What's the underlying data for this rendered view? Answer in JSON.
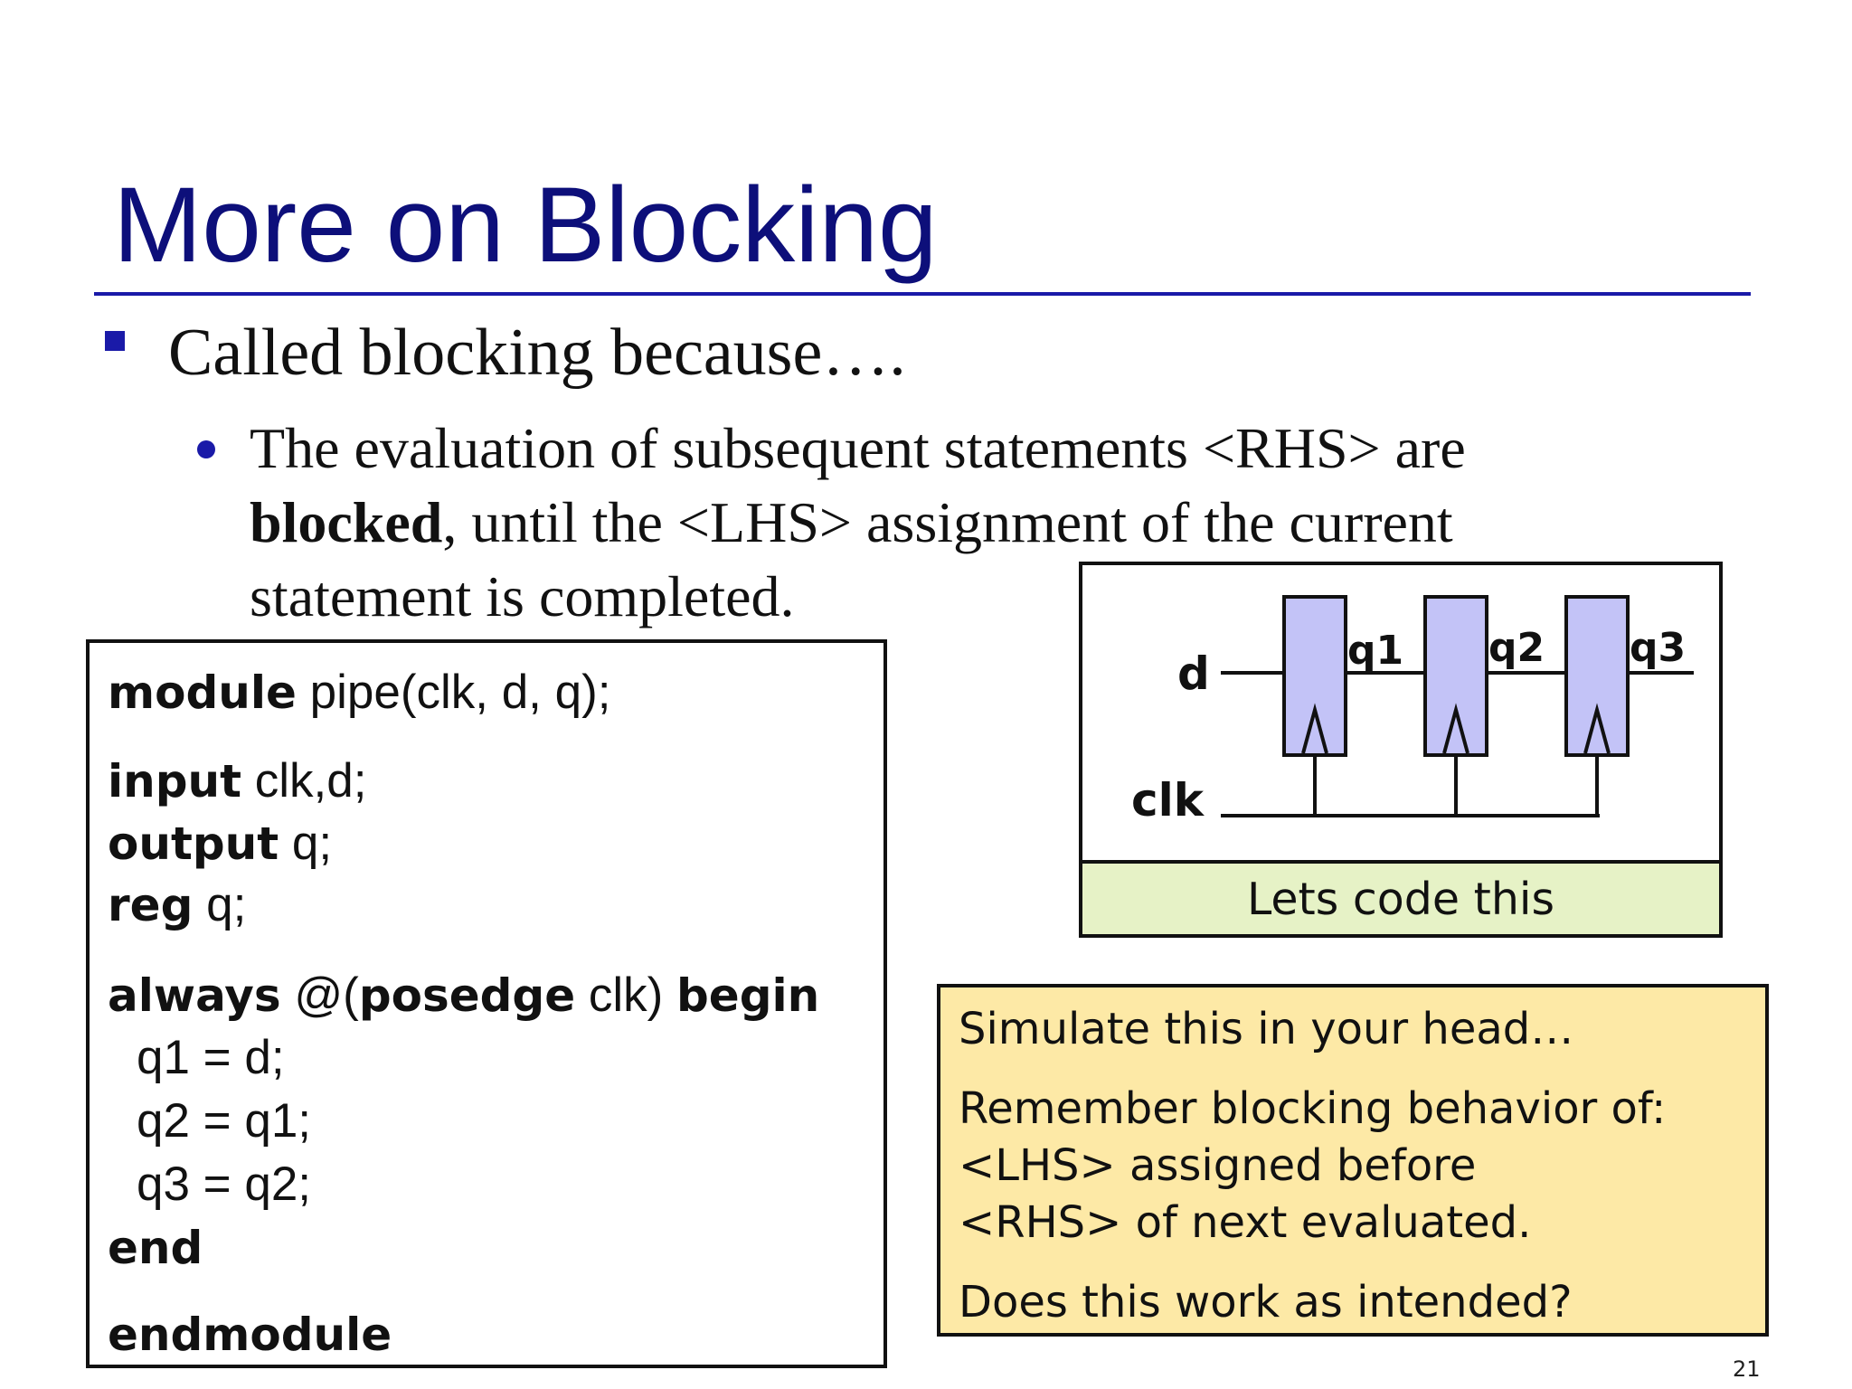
{
  "slide": {
    "title": "More on Blocking",
    "bullet_main": "Called blocking because….",
    "bullet_sub": {
      "part1": "The evaluation of subsequent statements <RHS> are ",
      "bold": "blocked",
      "part2": ", until the <LHS> assignment of the current statement is completed."
    },
    "page_number": "21"
  },
  "code": {
    "line1": {
      "kw": "module",
      "rest": " pipe(clk, d, q);"
    },
    "line2": {
      "kw": "input",
      "rest": " clk,d;"
    },
    "line3": {
      "kw": "output",
      "rest": " q;"
    },
    "line4": {
      "kw": "reg",
      "rest": " q;"
    },
    "line5": {
      "kw1": "always",
      "mid1": " @(",
      "kw2": "posedge",
      "mid2": " clk) ",
      "kw3": "begin"
    },
    "line6": "q1 = d;",
    "line7": "q2 = q1;",
    "line8": "q3 = q2;",
    "line9": "end",
    "line10": "endmodule"
  },
  "diagram": {
    "input_label": "d",
    "clock_label": "clk",
    "outputs": [
      "q1",
      "q2",
      "q3"
    ],
    "caption": "Lets code this",
    "flipflop_color": "#c3c3f7"
  },
  "note": {
    "line1": "Simulate this in your head…",
    "line2": "Remember blocking behavior of:",
    "line3": "<LHS> assigned before",
    "line4": "<RHS> of next evaluated.",
    "line5": "Does this work as intended?"
  },
  "colors": {
    "title": "#0d0f7a",
    "accent": "#1a1aa8",
    "caption_bg": "#e6f2c6",
    "note_bg": "#fde9a6"
  }
}
